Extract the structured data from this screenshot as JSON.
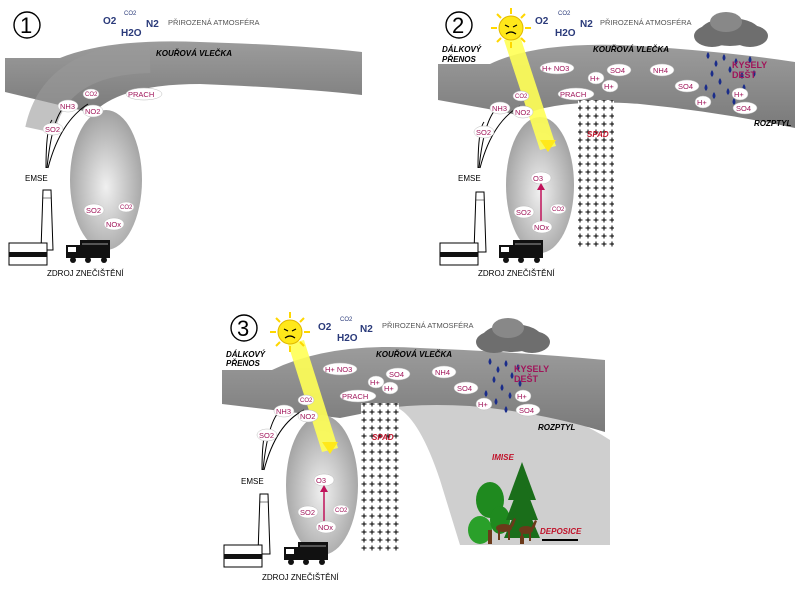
{
  "atmosphere": {
    "o2": "O2",
    "co2": "CO2",
    "h2o": "H2O",
    "n2": "N2",
    "label": "PŘIROZENÁ ATMOSFÉRA"
  },
  "labels": {
    "plume": "KOUŘOVÁ VLEČKA",
    "long_range": "DÁLKOVÝ",
    "long_range_2": "PŘENOS",
    "emission": "EMSE",
    "source": "ZDROJ ZNEČIŠTĚNÍ",
    "fallout": "SPAD",
    "acid_rain_1": "KYSELY",
    "acid_rain_2": "DEŠT",
    "dispersion": "ROZPTYL",
    "immission": "IMISE",
    "deposition": "DEPOSICE"
  },
  "pollutants": {
    "so2": "SO2",
    "nh3": "NH3",
    "no2": "NO2",
    "co2": "CO2",
    "prach": "PRACH",
    "nox": "NOx",
    "o3": "O3",
    "hno3": "H+ NO3",
    "so4": "SO4",
    "h": "H+",
    "nh4": "NH4",
    "so4b": "SO4"
  },
  "panels": [
    {
      "number": "1"
    },
    {
      "number": "2"
    },
    {
      "number": "3"
    }
  ],
  "colors": {
    "plume": "#8f8f8f",
    "plume_dark": "#777777",
    "sun": "#ffe81a",
    "beam": "#ffff55",
    "cloud": "#777777",
    "rain": "#1a2c8a",
    "pollutant_text": "#a0155a",
    "tree": "#1f8a1f"
  }
}
